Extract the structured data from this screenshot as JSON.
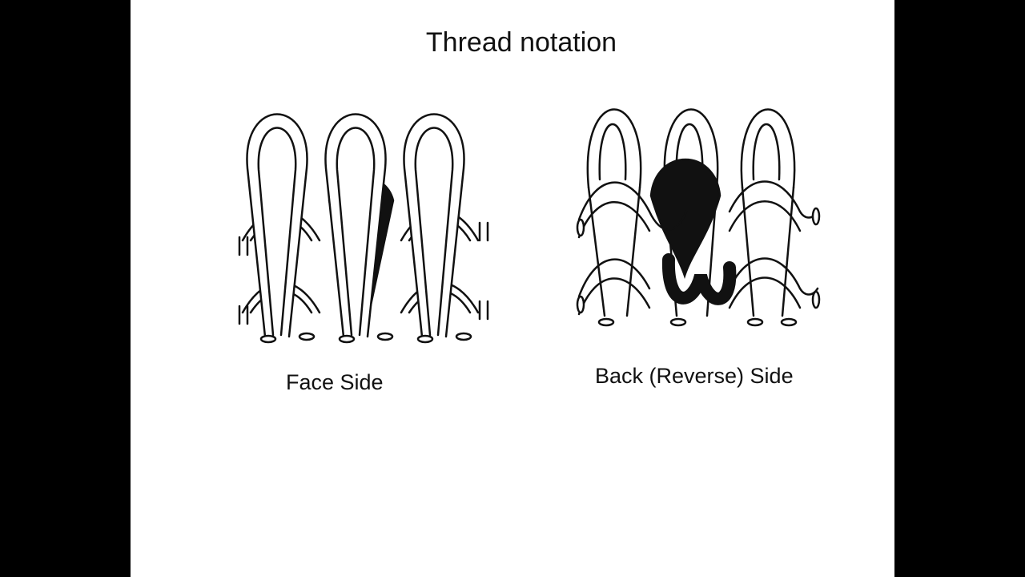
{
  "slide": {
    "title": "Thread notation",
    "diagrams": [
      {
        "id": "face",
        "caption": "Face Side"
      },
      {
        "id": "back",
        "caption": "Back (Reverse) Side"
      }
    ]
  },
  "colors": {
    "frame": "#000000",
    "slide_background": "#ffffff",
    "ink": "#111111",
    "highlighted_loop": "#111111"
  }
}
